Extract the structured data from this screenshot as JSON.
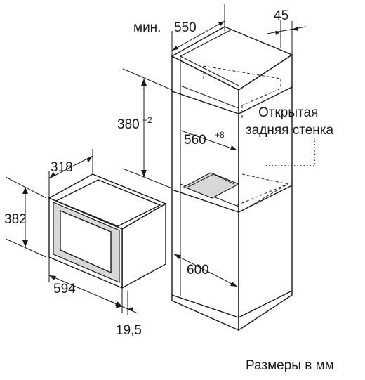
{
  "cabinet": {
    "min_label": "мин.",
    "width_value": "550",
    "back_gap_value": "45",
    "niche_height_value": "380",
    "niche_height_tolerance": "+2",
    "niche_width_value": "560",
    "niche_width_tolerance": "+8",
    "niche_depth_value": "600",
    "open_back_line1": "Открытая",
    "open_back_line2": "задняя стенка"
  },
  "appliance": {
    "depth_value": "318",
    "height_value": "382",
    "width_value": "594",
    "front_value": "19,5"
  },
  "footer": {
    "units_note": "Размеры в мм"
  }
}
